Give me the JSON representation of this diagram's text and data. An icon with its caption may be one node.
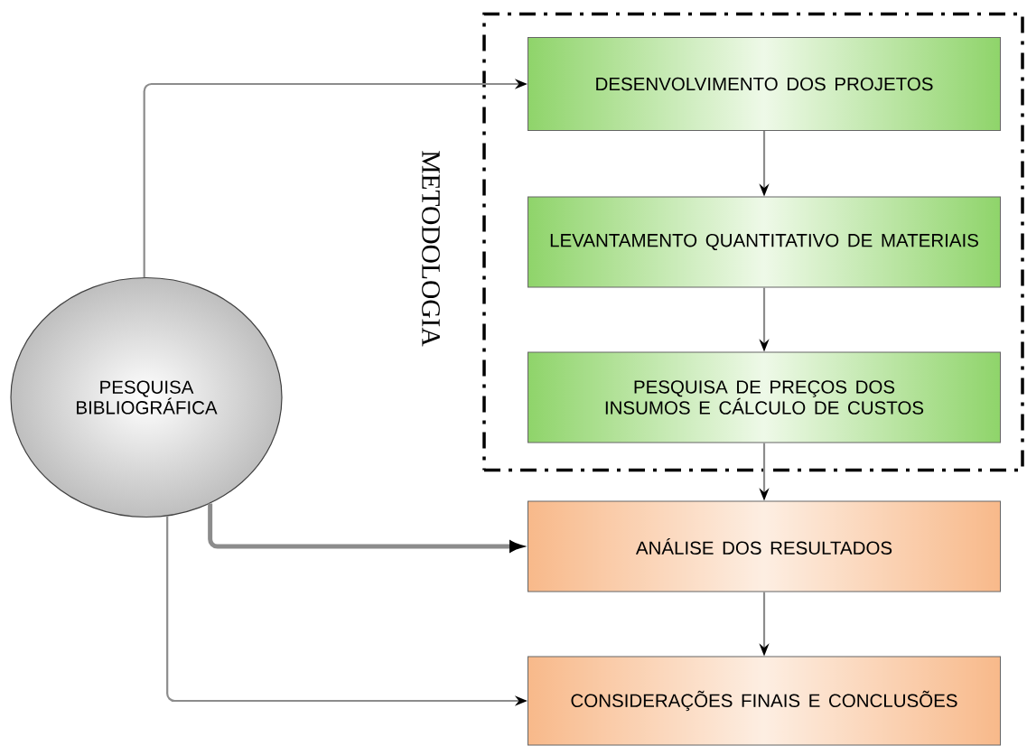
{
  "diagram": {
    "nodes": [
      {
        "text": [
          "PESQUISA BIBLIOGRÁFICA"
        ]
      },
      {
        "text": [
          "METODOLOGIA"
        ]
      },
      {
        "text": [
          "DESENVOLVIMENTO DOS PROJETOS"
        ],
        "in": 1
      },
      {
        "text": [
          "LEVANTAMENTO QUANTITATIVO DE MATERIAIS"
        ],
        "in": 1
      },
      {
        "text": [
          "PESQUISA DE PREÇOS DOS INSUMOS E CÁLCULO DE CUSTOS"
        ],
        "in": 1
      },
      {
        "text": [
          "ANÁLISE DOS RESULTADOS"
        ]
      },
      {
        "text": [
          "CONSIDERAÇÕES FINAIS E CONCLUSÕES"
        ]
      }
    ],
    "edges": [
      {
        "from": 0,
        "to": 2,
        "arrow": "to"
      },
      {
        "from": 2,
        "to": 3,
        "arrow": "to"
      },
      {
        "from": 3,
        "to": 4,
        "arrow": "to"
      },
      {
        "from": 4,
        "to": 5,
        "arrow": "to"
      },
      {
        "from": 0,
        "to": 5,
        "arrow": "to",
        "style": "thick"
      },
      {
        "from": 5,
        "to": 6,
        "arrow": "to"
      },
      {
        "from": 0,
        "to": 6,
        "arrow": "to"
      }
    ]
  }
}
